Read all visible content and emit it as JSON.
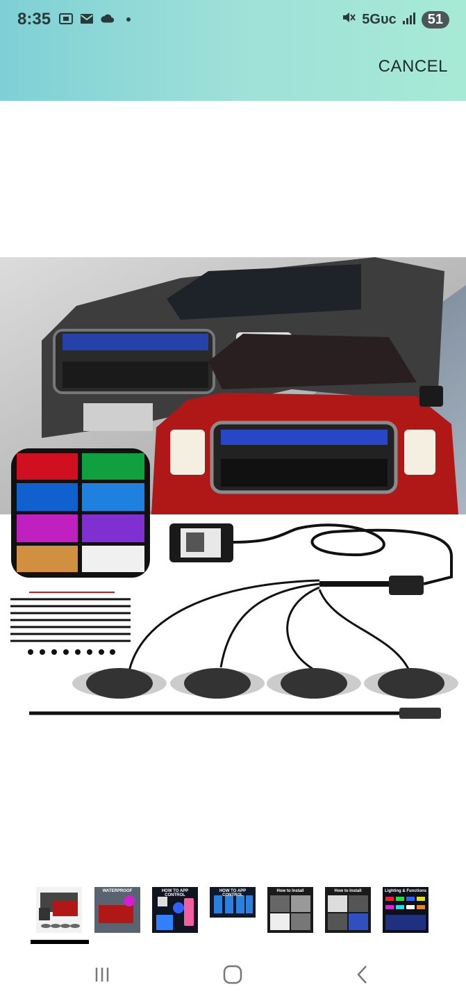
{
  "status_bar": {
    "time": "8:35",
    "network": "5Gᴜᴄ",
    "battery": "51"
  },
  "header": {
    "cancel_label": "CANCEL"
  },
  "thumbnails": [
    {
      "caption": ""
    },
    {
      "caption": "WATERPROOF"
    },
    {
      "caption": "HOW TO APP CONTROL"
    },
    {
      "caption": "HOW TO APP CONTROL"
    },
    {
      "caption": "How to Install"
    },
    {
      "caption": "How to Install"
    },
    {
      "caption": "Lighting & Functions"
    }
  ],
  "colors": {
    "accent_gradient_start": "#7ed0d6",
    "accent_gradient_end": "#a6ead6",
    "selected_indicator": "#000000"
  }
}
